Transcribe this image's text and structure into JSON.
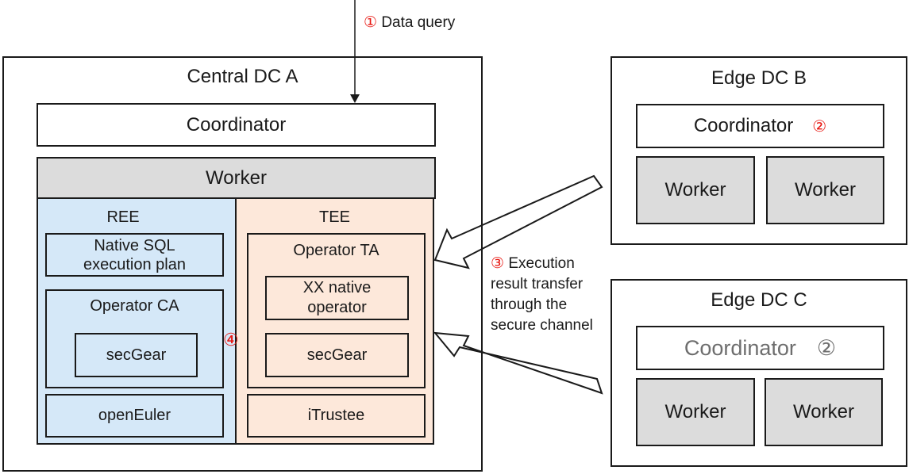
{
  "step1": {
    "marker": "①",
    "label": "Data query"
  },
  "central": {
    "title": "Central DC A",
    "coordinator": "Coordinator",
    "worker": "Worker",
    "ree": {
      "title": "REE",
      "native_sql": "Native SQL\nexecution plan",
      "native_sql_line1": "Native SQL",
      "native_sql_line2": "execution plan",
      "operator_ca": "Operator CA",
      "secgear": "secGear",
      "os": "openEuler"
    },
    "tee": {
      "title": "TEE",
      "operator_ta": "Operator TA",
      "xx_line1": "XX native",
      "xx_line2": "operator",
      "secgear": "secGear",
      "os": "iTrustee"
    },
    "step4_marker": "④"
  },
  "edge_b": {
    "title": "Edge DC B",
    "coordinator": "Coordinator",
    "step2_marker": "②",
    "workers": [
      "Worker",
      "Worker"
    ]
  },
  "edge_c": {
    "title": "Edge DC C",
    "coordinator": "Coordinator",
    "step2_marker": "②",
    "workers": [
      "Worker",
      "Worker"
    ]
  },
  "step3": {
    "marker": "③",
    "line1": "Execution",
    "line2": "result transfer",
    "line3": "through the",
    "line4": "secure channel"
  },
  "colors": {
    "ree_fill": "#d5e8f8",
    "tee_fill": "#fde8da",
    "worker_fill": "#dcdcdc",
    "step_marker": "#e8150f"
  }
}
